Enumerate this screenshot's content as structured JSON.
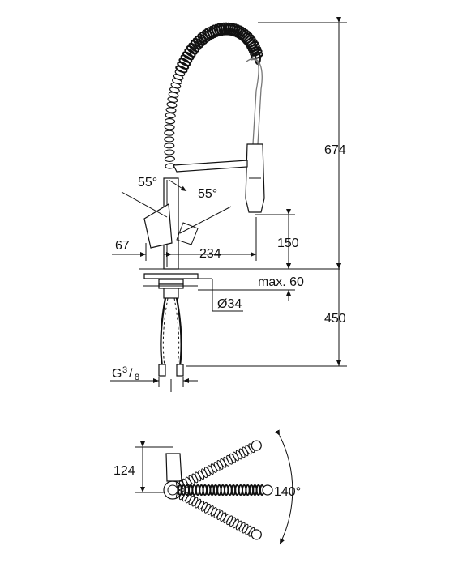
{
  "dimensions": {
    "overall_height": "674",
    "lever_angle_front": "55°",
    "lever_angle_back": "55°",
    "lever_offset": "67",
    "reach": "234",
    "spout_height": "150",
    "deck_thickness": "max. 60",
    "hole_diameter": "Ø34",
    "hose_length": "450",
    "thread_prefix": "G",
    "thread_num": "3",
    "thread_den": "8",
    "top_view_depth": "124",
    "swivel_angle": "140°"
  }
}
